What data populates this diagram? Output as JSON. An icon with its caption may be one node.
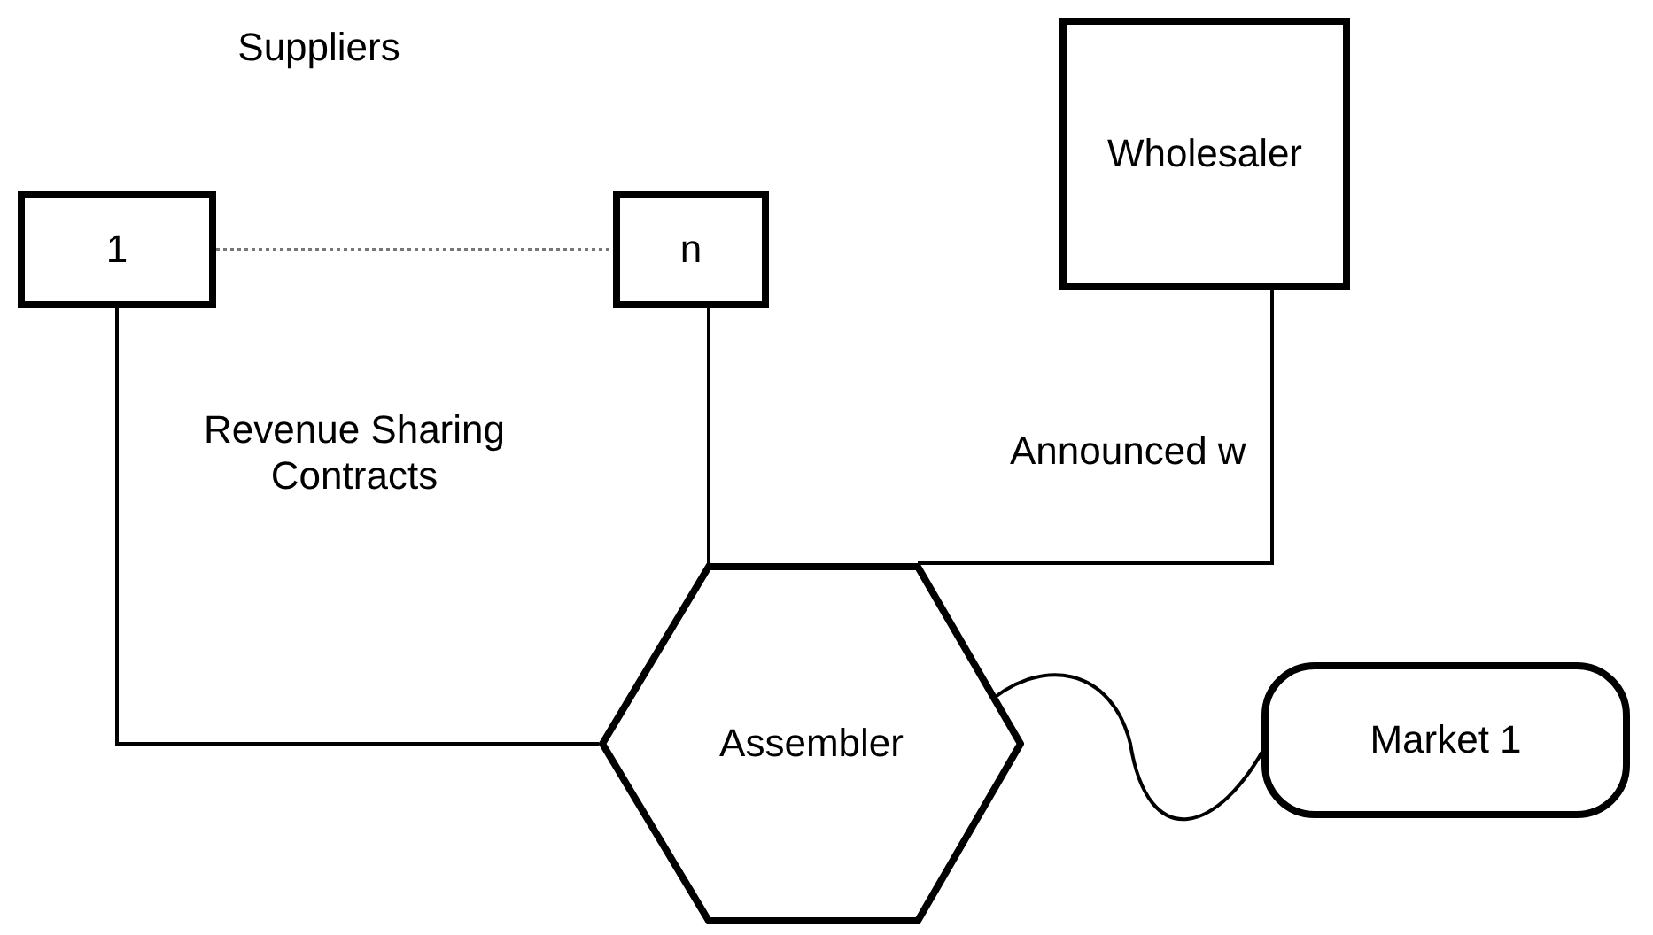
{
  "diagram": {
    "nodes": [
      {
        "text": [
          "1"
        ]
      },
      {
        "text": [
          "n"
        ]
      },
      {
        "text": [
          "Wholesaler"
        ]
      },
      {
        "text": [
          "Assembler"
        ]
      },
      {
        "text": [
          "Market 1"
        ]
      }
    ],
    "edges": [
      {
        "from": 0,
        "to": 1,
        "arrow": "none",
        "style": "dashed",
        "color": "#777777"
      },
      {
        "from": 0,
        "to": 3,
        "arrow": "none"
      },
      {
        "from": 1,
        "to": 3,
        "arrow": "none"
      },
      {
        "from": 2,
        "to": 3,
        "arrow": "none",
        "label": "Announced w"
      },
      {
        "from": 3,
        "to": 4,
        "arrow": "none"
      }
    ],
    "labels": [
      "Suppliers",
      "Revenue Sharing Contracts"
    ]
  }
}
